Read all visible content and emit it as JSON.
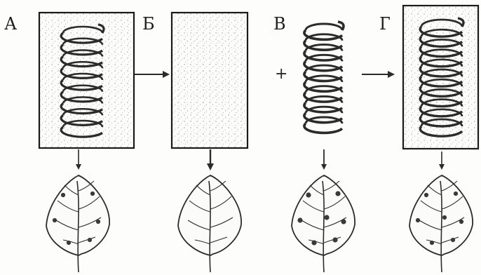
{
  "panels": [
    {
      "label": "А"
    },
    {
      "label": "Б"
    },
    {
      "label": "В"
    },
    {
      "label": "Г"
    }
  ],
  "operators": {
    "arrow_1": "→",
    "plus": "+",
    "arrow_2": "→"
  },
  "colors": {
    "ink": "#2b2b2b",
    "background": "#fdfdfc",
    "stipple": "#9a9a9a"
  }
}
